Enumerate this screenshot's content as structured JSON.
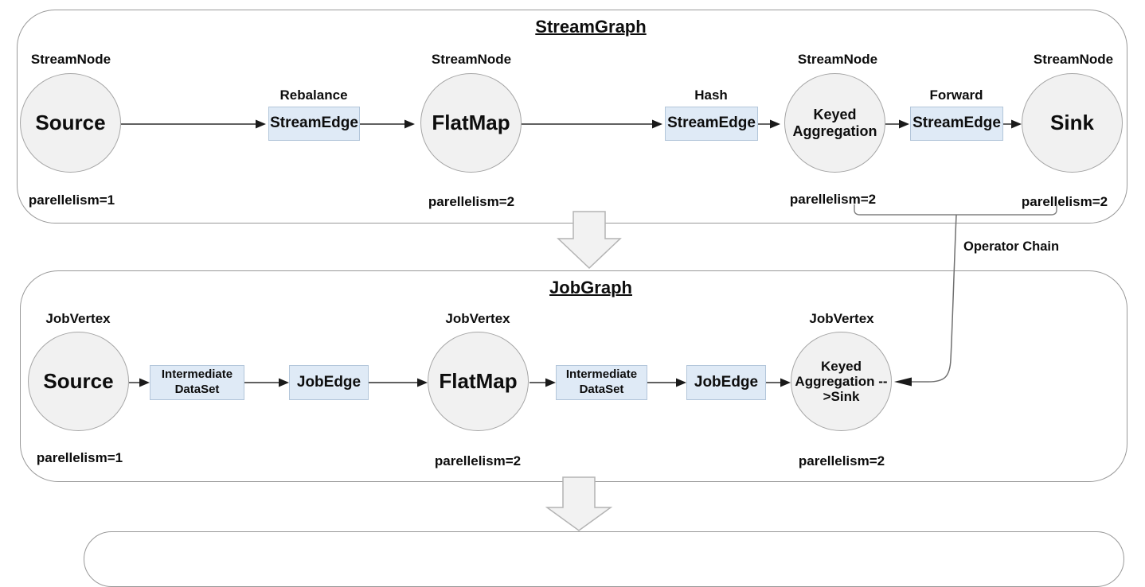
{
  "stream_graph": {
    "title": "StreamGraph",
    "nodes": [
      {
        "type": "StreamNode",
        "name": "Source",
        "parallelism": "parellelism=1"
      },
      {
        "type": "StreamNode",
        "name": "FlatMap",
        "parallelism": "parellelism=2"
      },
      {
        "type": "StreamNode",
        "name": "Keyed Aggregation",
        "parallelism": "parellelism=2"
      },
      {
        "type": "StreamNode",
        "name": "Sink",
        "parallelism": "parellelism=2"
      }
    ],
    "edges": [
      {
        "strategy": "Rebalance",
        "label": "StreamEdge"
      },
      {
        "strategy": "Hash",
        "label": "StreamEdge"
      },
      {
        "strategy": "Forward",
        "label": "StreamEdge"
      }
    ]
  },
  "job_graph": {
    "title": "JobGraph",
    "vertices": [
      {
        "type": "JobVertex",
        "name": "Source",
        "parallelism": "parellelism=1"
      },
      {
        "type": "JobVertex",
        "name": "FlatMap",
        "parallelism": "parellelism=2"
      },
      {
        "type": "JobVertex",
        "name": "Keyed Aggregation -->Sink",
        "parallelism": "parellelism=2"
      }
    ],
    "links": [
      {
        "label": "Intermediate DataSet"
      },
      {
        "label": "JobEdge"
      },
      {
        "label": "Intermediate DataSet"
      },
      {
        "label": "JobEdge"
      }
    ]
  },
  "annotations": {
    "operator_chain": "Operator Chain"
  },
  "colors": {
    "node_fill": "#f1f1f1",
    "node_border": "#a6a6a6",
    "edge_box_fill": "#dfeaf6",
    "edge_box_border": "#b3c6da",
    "container_border": "#999999",
    "connector": "#4a4a4a",
    "big_arrow_fill": "#f2f2f2"
  }
}
